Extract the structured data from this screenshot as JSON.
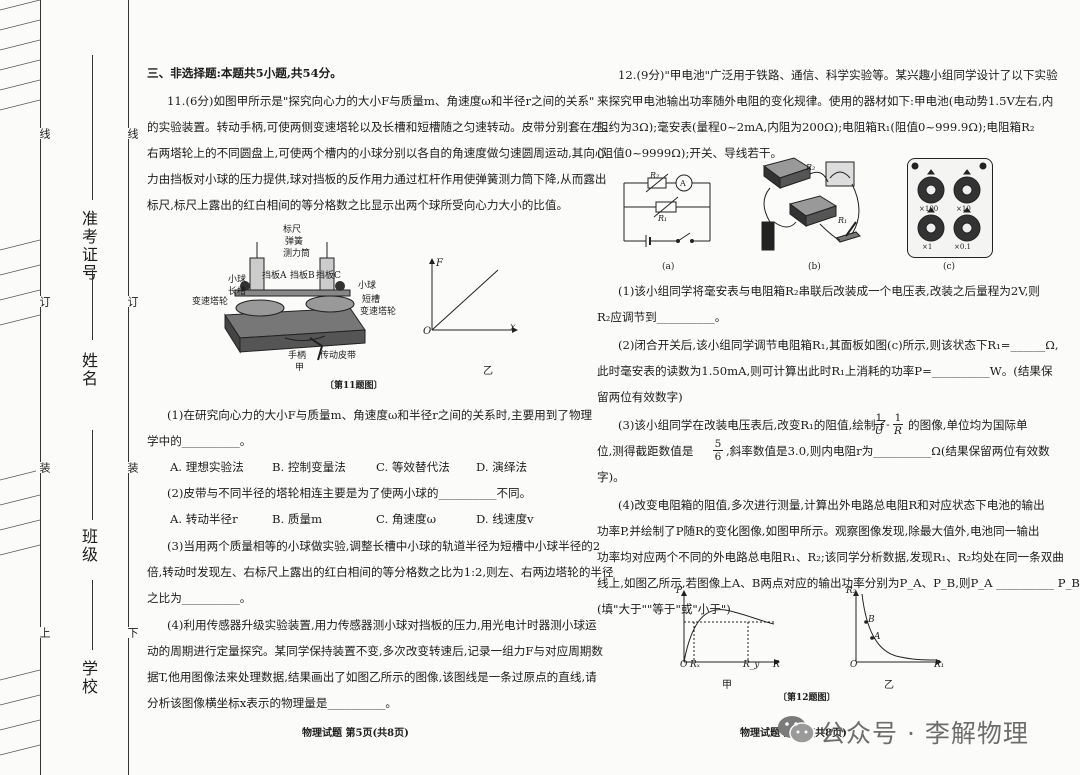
{
  "binding": {
    "xian_left": "线",
    "ding_left": "订",
    "zhuang_left": "装",
    "shang": "上",
    "xian_right": "线",
    "ding_right": "订",
    "zhuang_right": "装",
    "xia": "下",
    "exam_id": "准考证号",
    "name": "姓名",
    "class": "班级",
    "school": "学校"
  },
  "left_page": {
    "section_title": "三、非选择题:本题共5小题,共54分。",
    "q11_lines": [
      "11.(6分)如图甲所示是\"探究向心力的大小F与质量m、角速度ω和半径r之间的关系\"",
      "的实验装置。转动手柄,可使两侧变速塔轮以及长槽和短槽随之匀速转动。皮带分别套在左、",
      "右两塔轮上的不同圆盘上,可使两个槽内的小球分别以各自的角速度做匀速圆周运动,其向心",
      "力由挡板对小球的压力提供,球对挡板的反作用力通过杠杆作用使弹簧测力筒下降,从而露出",
      "标尺,标尺上露出的红白相间的等分格数之比显示出两个球所受向心力大小的比值。"
    ],
    "fig_labels": {
      "biaochi": "标尺",
      "tanhuang": "弹簧",
      "celitong": "测力筒",
      "dangA": "挡板A",
      "dangB": "挡板B",
      "dangC": "挡板C",
      "xiaoqiu_l": "小球",
      "xiaoqiu_r": "小球",
      "changcao": "长槽",
      "duancao": "短槽",
      "tali_l": "变速塔轮",
      "tali_r": "变速塔轮",
      "shoubing": "手柄",
      "pidai": "传动皮带",
      "jia": "甲",
      "yi": "乙",
      "graph_F": "F",
      "graph_O": "O",
      "graph_x": "x",
      "caption": "〔第11题图〕"
    },
    "q11_1": [
      "(1)在研究向心力的大小F与质量m、角速度ω和半径r之间的关系时,主要用到了物理",
      "学中的__________。"
    ],
    "q11_1_opts": [
      "A. 理想实验法",
      "B. 控制变量法",
      "C. 等效替代法",
      "D. 演绎法"
    ],
    "q11_2": "(2)皮带与不同半径的塔轮相连主要是为了使两小球的__________不同。",
    "q11_2_opts": [
      "A. 转动半径r",
      "B. 质量m",
      "C. 角速度ω",
      "D. 线速度v"
    ],
    "q11_3": [
      "(3)当用两个质量相等的小球做实验,调整长槽中小球的轨道半径为短槽中小球半径的2",
      "倍,转动时发现左、右标尺上露出的红白相间的等分格数之比为1:2,则左、右两边塔轮的半径",
      "之比为__________。"
    ],
    "q11_4": [
      "(4)利用传感器升级实验装置,用力传感器测小球对挡板的压力,用光电计时器测小球运",
      "动的周期进行定量探究。某同学保持装置不变,多次改变转速后,记录一组力F与对应周期数",
      "据T,他用图像法来处理数据,结果画出了如图乙所示的图像,该图线是一条过原点的直线,请",
      "分析该图像横坐标x表示的物理量是__________。"
    ],
    "footer": "物理试题  第5页(共8页)"
  },
  "right_page": {
    "q12_lines": [
      "12.(9分)\"甲电池\"广泛用于铁路、通信、科学实验等。某兴趣小组同学设计了以下实验",
      "来探究甲电池输出功率随外电阻的变化规律。使用的器材如下:甲电池(电动势1.5V左右,内",
      "阻约为3Ω);毫安表(量程0~2mA,内阻为200Ω);电阻箱R₁(阻值0~999.9Ω);电阻箱R₂",
      "(阻值0~9999Ω);开关、导线若干。"
    ],
    "fig_labels": {
      "a": "(a)",
      "b": "(b)",
      "c": "(c)",
      "R2": "R₂",
      "R1": "R₁",
      "A": "A",
      "x100": "×100",
      "x10": "×10",
      "x1": "×1",
      "x01": "×0.1"
    },
    "q12_1": [
      "(1)该小组同学将毫安表与电阻箱R₂串联后改装成一个电压表,改装之后量程为2V,则",
      "R₂应调节到__________。"
    ],
    "q12_2": [
      "(2)闭合开关后,该小组同学调节电阻箱R₁,其面板如图(c)所示,则该状态下R₁=______Ω,",
      "此时毫安表的读数为1.50mA,则可计算出此时R₁上消耗的功率P=__________W。(结果保",
      "留两位有效数字)"
    ],
    "q12_3": [
      "(3)该小组同学在改装电压表后,改变R₁的阻值,绘制了",
      "的图像,单位均为国际单",
      "位,测得截距数值是",
      ",斜率数值是3.0,则内电阻r为__________Ω(结果保留两位有效数",
      "字)。"
    ],
    "frac1": {
      "num": "1",
      "den": "U"
    },
    "frac2": {
      "num": "1",
      "den": "R"
    },
    "frac3": {
      "num": "5",
      "den": "6"
    },
    "q12_4": [
      "(4)改变电阻箱的阻值,多次进行测量,计算出外电路总电阻R和对应状态下电池的输出",
      "功率P,并绘制了P随R的变化图像,如图甲所示。观察图像发现,除最大值外,电池同一输出",
      "功率均对应两个不同的外电路总电阻R₁、R₂;该同学分析数据,发现R₁、R₂均处在同一条双曲",
      "线上,如图乙所示,若图像上A、B两点对应的输出功率分别为P_A、P_B,则P_A __________ P_B。",
      "(填\"大于\"\"等于\"或\"小于\")"
    ],
    "graph_labels": {
      "P": "P",
      "O1": "O",
      "Rx": "Rₓ",
      "Ry": "R_y",
      "R": "R",
      "R2axis": "R₂",
      "B": "B",
      "Apt": "A",
      "O2": "O",
      "R1axis": "R₁",
      "jia": "甲",
      "yi": "乙",
      "caption": "〔第12题图〕"
    },
    "footer": "物理试题  第6页(共8页)"
  },
  "watermark": {
    "text": "公众号 · 李解物理"
  }
}
